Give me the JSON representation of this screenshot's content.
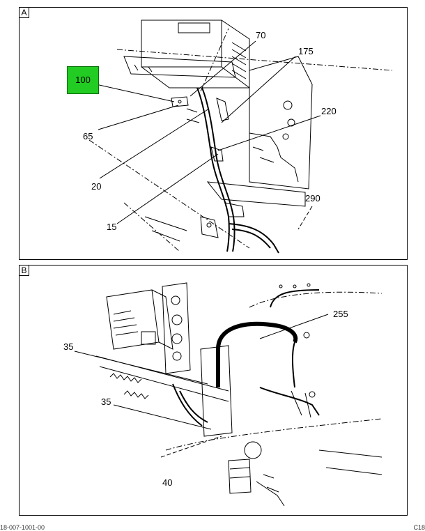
{
  "panel_a": {
    "letter": "A",
    "callouts": {
      "c100": "100",
      "c70": "70",
      "c175": "175",
      "c220": "220",
      "c65": "65",
      "c20": "20",
      "c15": "15",
      "c290": "290"
    },
    "highlight_color": "#22cc22"
  },
  "panel_b": {
    "letter": "B",
    "callouts": {
      "c255": "255",
      "c35a": "35",
      "c35b": "35",
      "c40": "40"
    }
  },
  "footer": {
    "left": "18-007-1001-00",
    "right": "C18"
  }
}
